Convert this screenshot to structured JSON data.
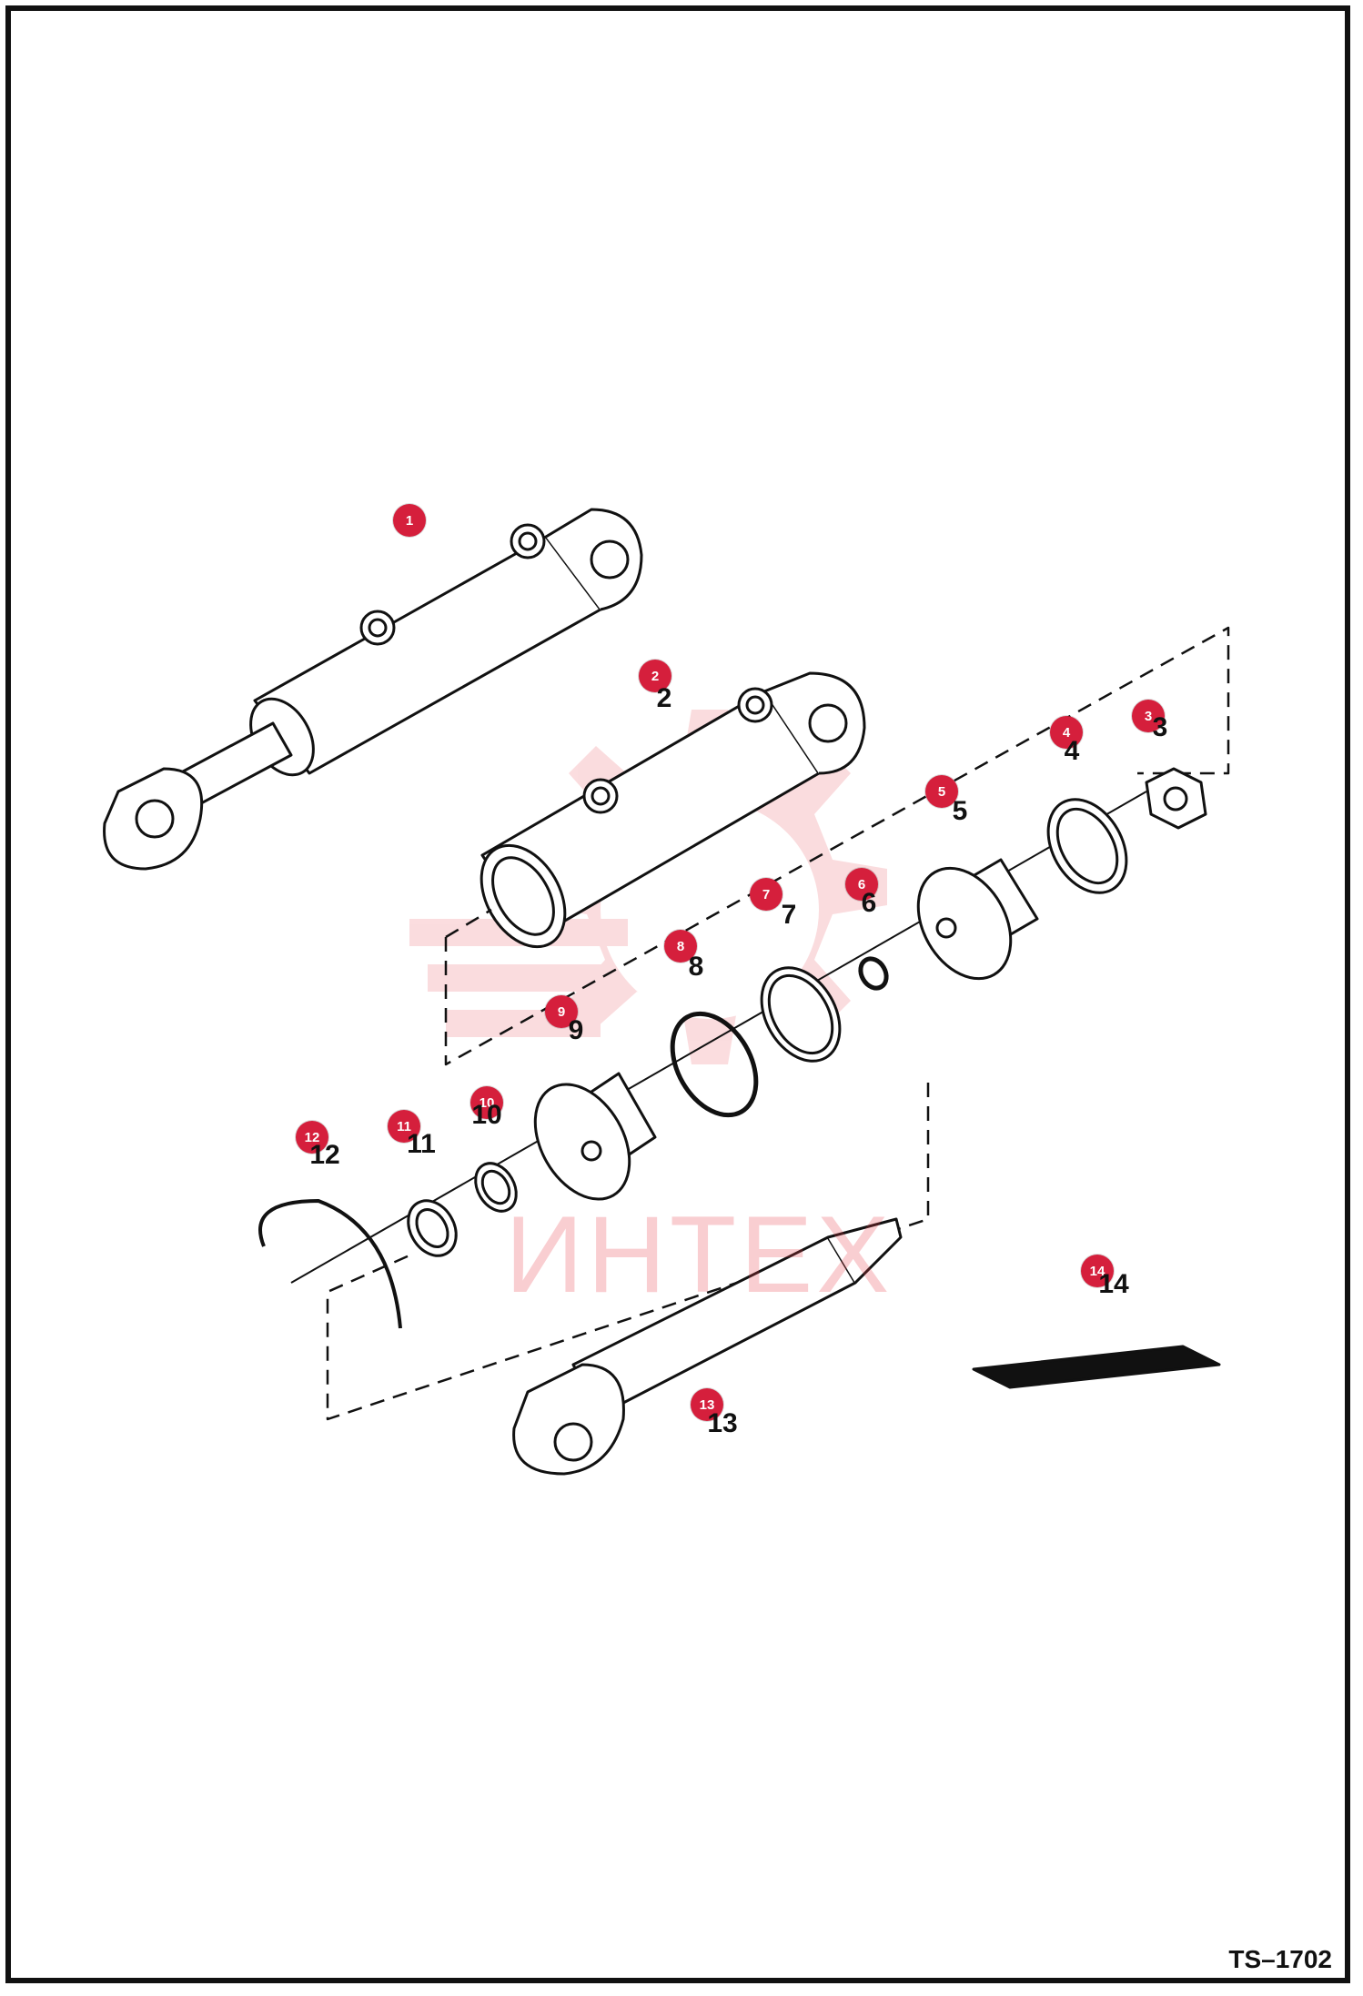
{
  "drawing_ref": "TS–1702",
  "watermark": {
    "text": "ИНТЕХ",
    "color": "#e8414c"
  },
  "colors": {
    "callout": "#d51f3c",
    "line": "#111111"
  },
  "parts": [
    {
      "id": "1",
      "label": "1",
      "number": ""
    },
    {
      "id": "2",
      "label": "2",
      "number": "2"
    },
    {
      "id": "3",
      "label": "3",
      "number": "3"
    },
    {
      "id": "4",
      "label": "4",
      "number": "4"
    },
    {
      "id": "5",
      "label": "5",
      "number": "5"
    },
    {
      "id": "6",
      "label": "6",
      "number": "6"
    },
    {
      "id": "7",
      "label": "7",
      "number": "7"
    },
    {
      "id": "8",
      "label": "8",
      "number": "8"
    },
    {
      "id": "9",
      "label": "9",
      "number": "9"
    },
    {
      "id": "10",
      "label": "10",
      "number": "10"
    },
    {
      "id": "11",
      "label": "11",
      "number": "11"
    },
    {
      "id": "12",
      "label": "12",
      "number": "12"
    },
    {
      "id": "13",
      "label": "13",
      "number": "13"
    },
    {
      "id": "14",
      "label": "14",
      "number": "14"
    }
  ]
}
